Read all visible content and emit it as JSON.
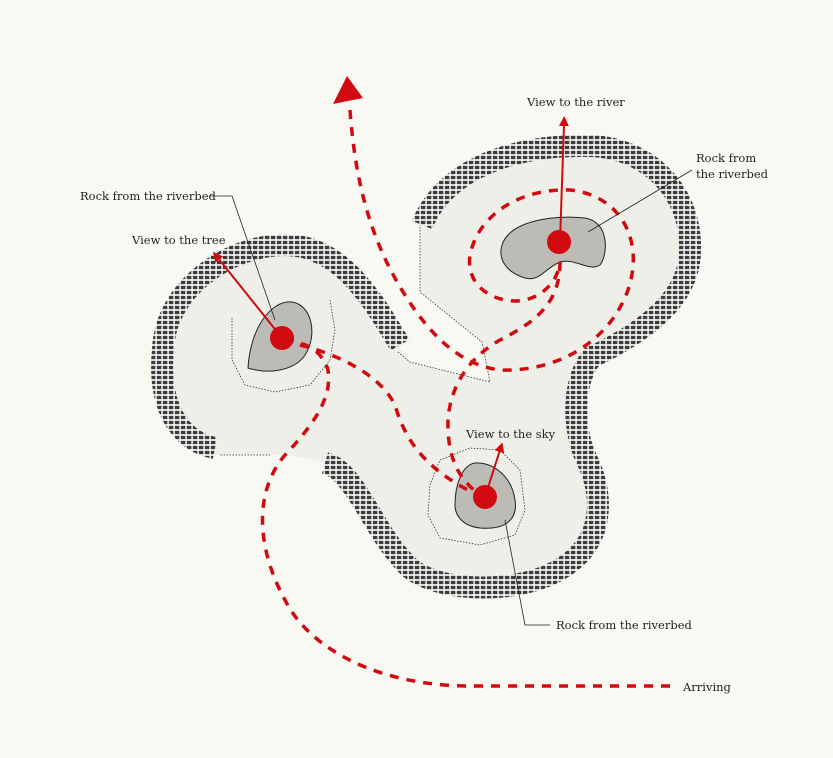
{
  "labels": {
    "view_tree": "View to the tree",
    "view_river": "View to the river",
    "view_sky": "View to the sky",
    "rock_left": "Rock from the riverbed",
    "rock_right_line1": "Rock from",
    "rock_right_line2": "the riverbed",
    "rock_bottom": "Rock from the riverbed",
    "arriving": "Arriving"
  },
  "colors": {
    "path_red": "#d10a10",
    "floor": "#efefea",
    "rock": "#bdbbb5",
    "wall": "#3a3a3a",
    "background": "#f9f9f4"
  }
}
